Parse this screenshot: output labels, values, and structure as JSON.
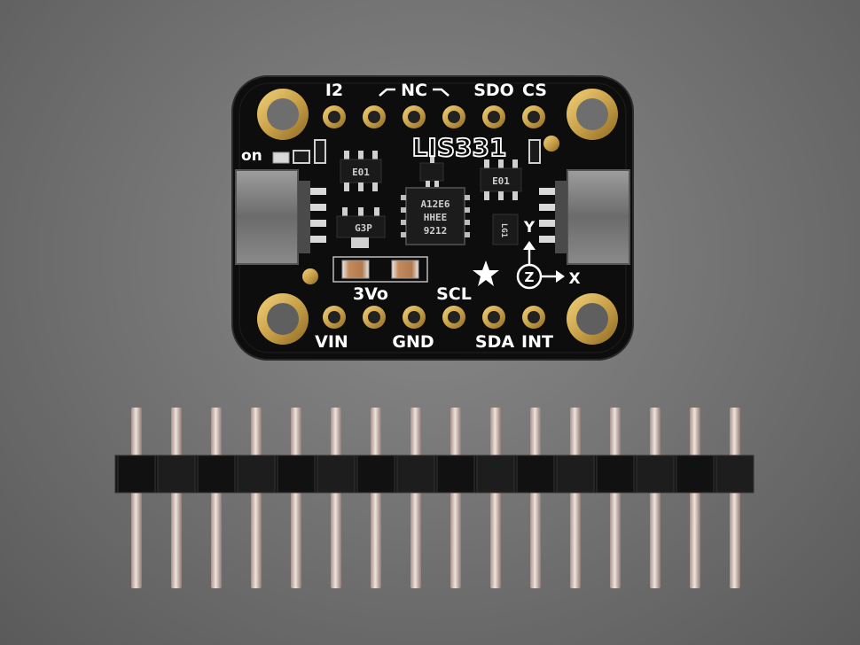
{
  "board": {
    "name": "LIS331",
    "pins_top": [
      "I2",
      "NC",
      "SDO",
      "CS"
    ],
    "pins_bottom": [
      "VIN",
      "3Vo",
      "GND",
      "SCL",
      "SDA",
      "INT"
    ],
    "power_label": "on",
    "axes": {
      "x": "X",
      "y": "Y",
      "z": "Z"
    }
  },
  "chips": {
    "accelerometer_markings": [
      "A12E6",
      "HHEE",
      "9212"
    ],
    "regulator_marking": "G3P",
    "left_top_marking": "E01",
    "right_top_marking": "E01",
    "small_chip_marking": "LG1"
  },
  "header_strip": {
    "pin_count": 16
  },
  "colors": {
    "background": "#707070",
    "pcb": "#111111",
    "gold": "#c9a24a",
    "silkscreen": "#ffffff"
  }
}
